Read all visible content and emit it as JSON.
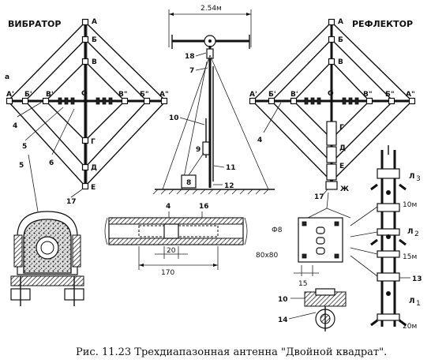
{
  "labels": {
    "vibrator": "ВИБРАТОР",
    "reflector": "РЕФЛЕКТОР",
    "a": "а",
    "A": "А",
    "B": "Б",
    "V": "В",
    "G": "Г",
    "D": "Д",
    "E": "Е",
    "Zh": "Ж",
    "O": "О",
    "A1": "А'",
    "A2": "А\"",
    "B1": "Б'",
    "B2": "Б\"",
    "V1": "В'",
    "V2": "В\"",
    "L1": "Л",
    "L1sub": "1",
    "L2": "Л",
    "L2sub": "2",
    "L3": "Л",
    "L3sub": "3"
  },
  "callouts": {
    "n4": "4",
    "n5": "5",
    "n6": "6",
    "n7": "7",
    "n8": "8",
    "n9": "9",
    "n10": "10",
    "n11": "11",
    "n12": "12",
    "n13": "13",
    "n14": "14",
    "n16": "16",
    "n17": "17",
    "n18": "18"
  },
  "dimensions": {
    "boom": "2.54м",
    "d20": "20",
    "d170": "170",
    "phi8": "Ф8",
    "plate": "80х80",
    "d15": "15",
    "m10": "10м",
    "m15": "15м",
    "m20": "20м"
  },
  "caption": "Рис. 11.23 Трехдиапазонная антенна \"Двойной квадрат\"."
}
